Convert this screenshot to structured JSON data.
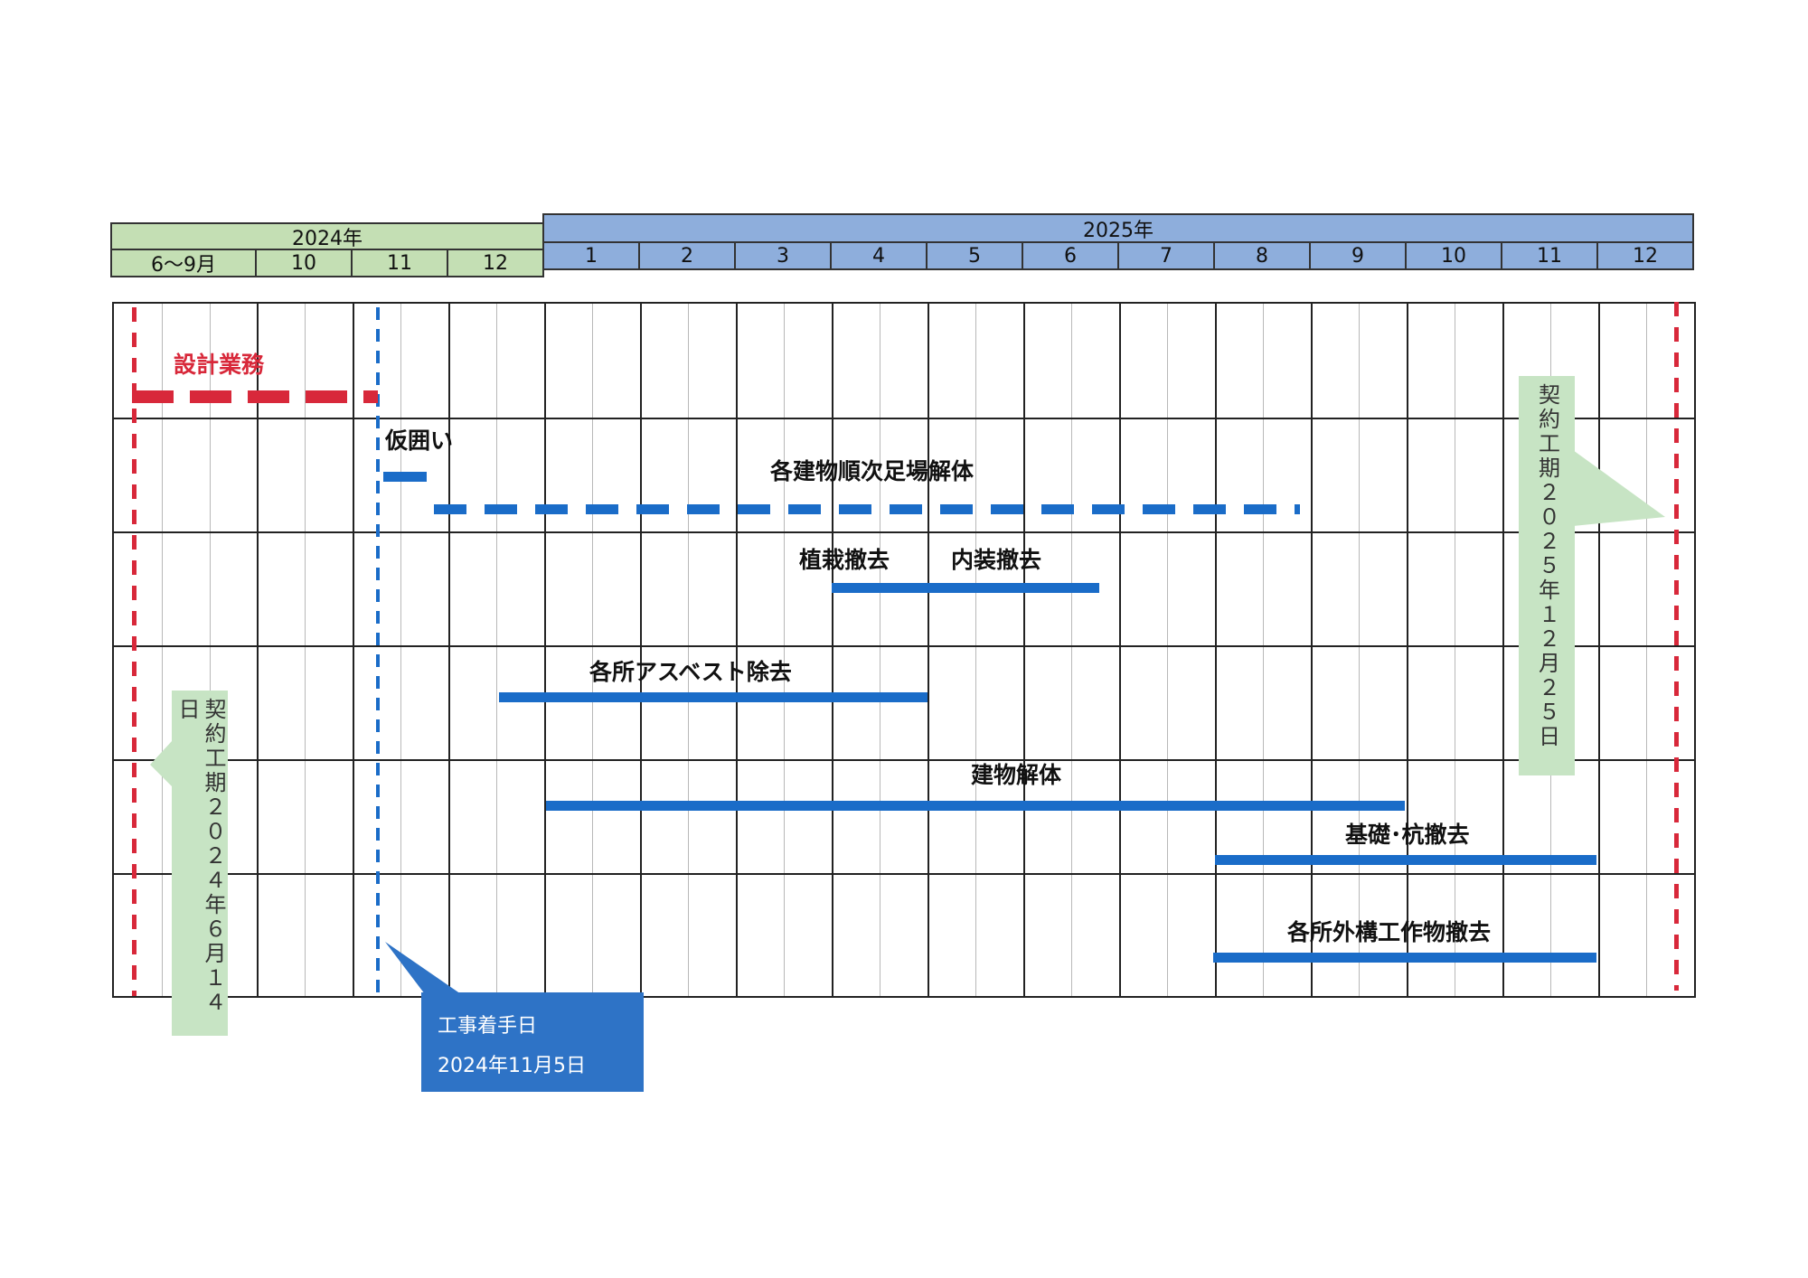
{
  "header": {
    "year_2024": "2024年",
    "year_2025": "2025年",
    "months": [
      "6～9月",
      "10",
      "11",
      "12",
      "1",
      "2",
      "3",
      "4",
      "5",
      "6",
      "7",
      "8",
      "9",
      "10",
      "11",
      "12"
    ]
  },
  "tasks": {
    "design": "設計業務",
    "hoarding": "仮囲い",
    "scaffold": "各建物順次足場解体",
    "planting": "植栽撤去",
    "interior": "内装撤去",
    "asbestos": "各所アスベスト除去",
    "building": "建物解体",
    "foundation": "基礎･杭撤去",
    "exterior": "各所外構工作物撤去"
  },
  "callouts": {
    "contract_start": "契約工期２０２４年６月１４日",
    "contract_end": "契約工期２０２５年１２月２５日",
    "work_start_title": "工事着手日",
    "work_start_date": "2024年11月5日"
  },
  "colors": {
    "bar_blue": "#1a6cc8",
    "dash_red": "#d8283a",
    "header_green": "#c4dfb4",
    "header_blue": "#8eaedc",
    "callout_green": "#c7e4c4",
    "callout_blue": "#2e73c6"
  }
}
